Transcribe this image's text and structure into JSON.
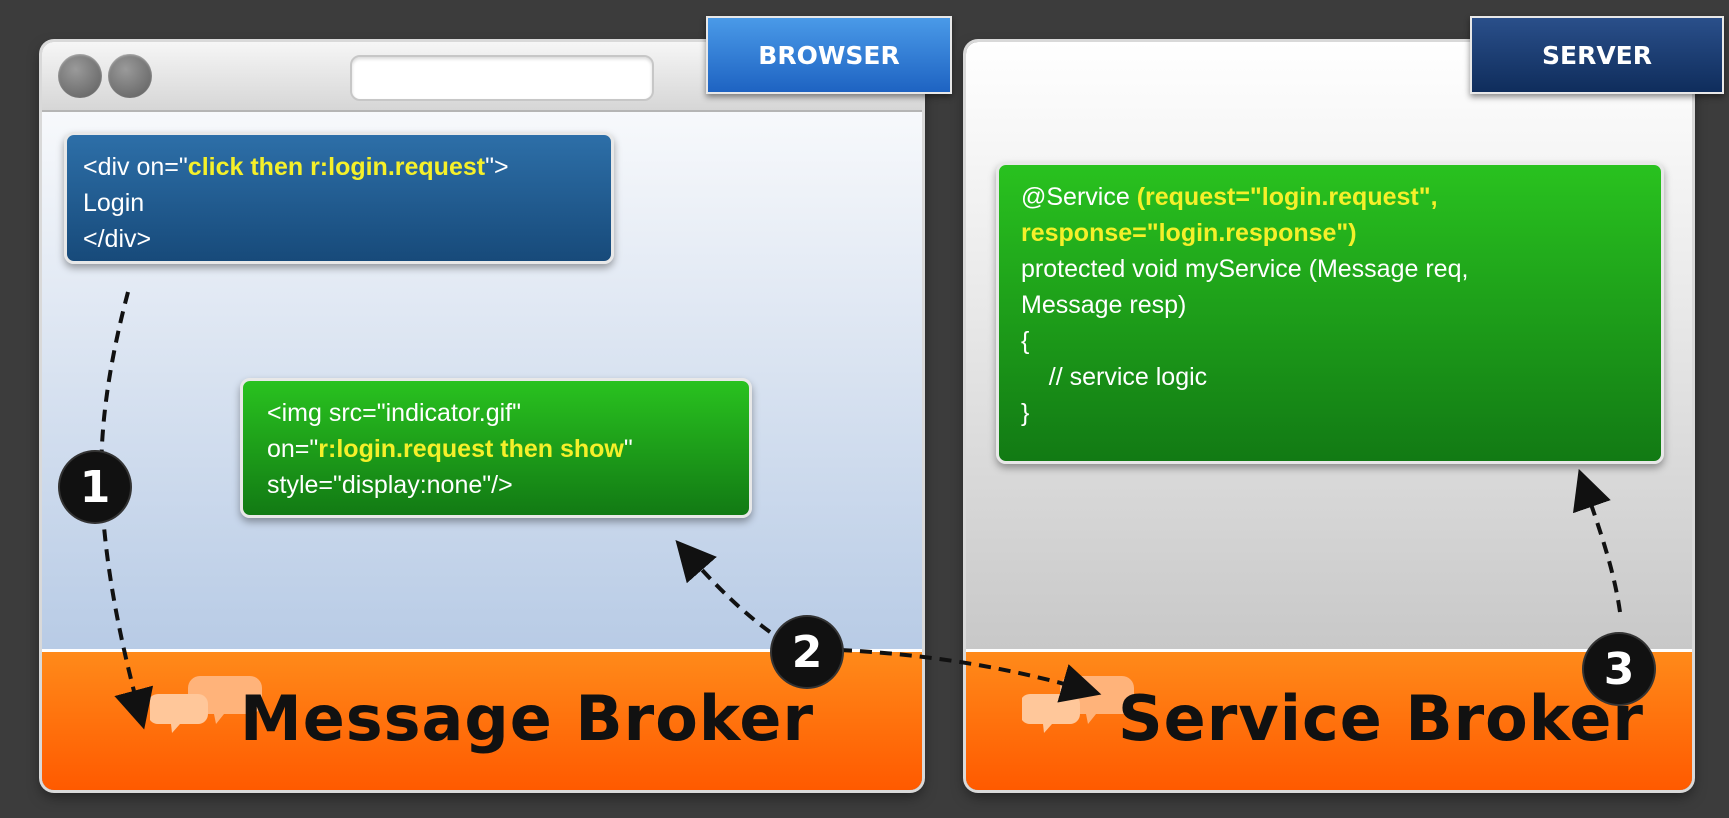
{
  "browser": {
    "tag": "BROWSER",
    "code_box": {
      "line1_pre": "<div on=\"",
      "line1_hl": "click then r:login.request",
      "line1_post": "\">",
      "line2": "Login",
      "line3": "</div>"
    },
    "img_box": {
      "line1": "<img src=\"indicator.gif\"",
      "line2_pre": "on=\"",
      "line2_hl": "r:login.request then show",
      "line2_post": "\"",
      "line3": "style=\"display:none\"/>"
    },
    "broker": "Message Broker"
  },
  "server": {
    "tag": "SERVER",
    "code_box": {
      "line1_pre": "@Service ",
      "line1_hl": "(request=\"login.request\",",
      "line2_hl": "response=\"login.response\")",
      "line3": "protected void myService (Message req,",
      "line4": "Message resp)",
      "line5": "{",
      "line6": "    // service logic",
      "line7": "}"
    },
    "broker": "Service Broker"
  },
  "steps": [
    "1",
    "2",
    "3"
  ],
  "colors": {
    "broker_orange": "#ff6a00",
    "highlight_yellow": "#f5f02a",
    "code_blue": "#1f5b8f",
    "code_green": "#1ea01a"
  }
}
